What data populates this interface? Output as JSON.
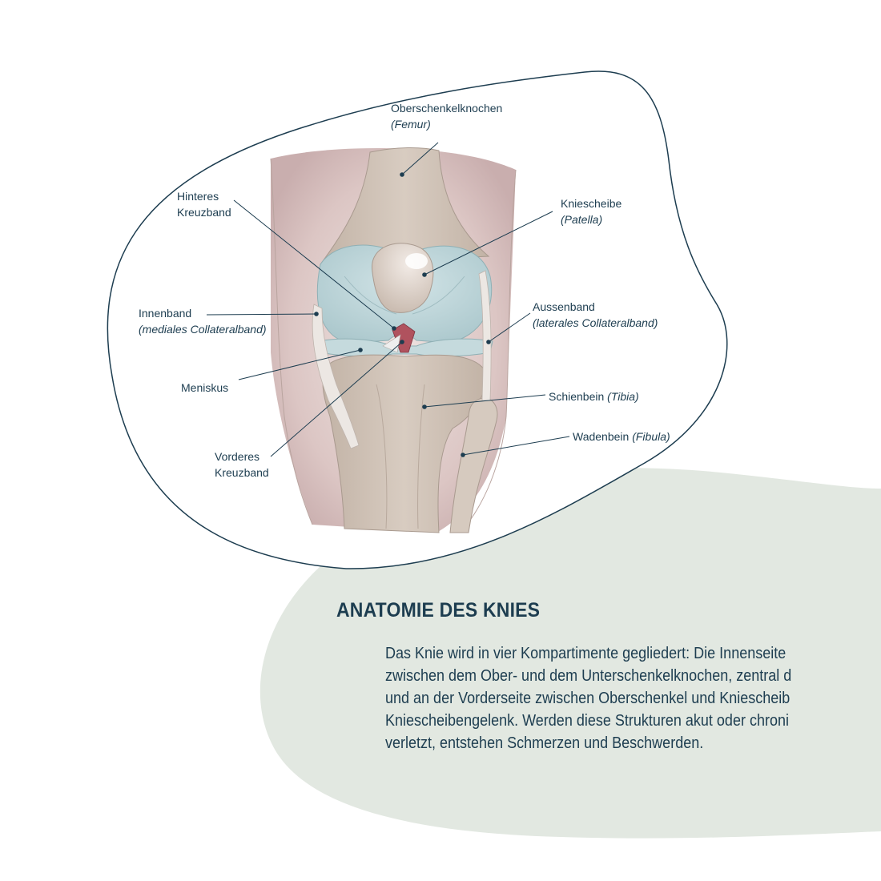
{
  "colors": {
    "ink": "#1d3d50",
    "blob_fill": "#e2e8e1",
    "bone": "#cfc1b4",
    "cartilage": "#bcd6da",
    "patella": "#dcd0c6",
    "ligament": "#e8e3df",
    "cruciate": "#b0525e"
  },
  "labels": {
    "femur": {
      "name": "Oberschenkelknochen",
      "latin": "(Femur)"
    },
    "pcl": {
      "line1": "Hinteres",
      "line2": "Kreuzband"
    },
    "patella": {
      "name": "Kniescheibe",
      "latin": "(Patella)"
    },
    "mcl": {
      "name": "Innenband",
      "latin": "(mediales Collateralband)"
    },
    "lcl": {
      "name": "Aussenband",
      "latin": "(laterales Collateralband)"
    },
    "meniscus": {
      "name": "Meniskus"
    },
    "tibia": {
      "name": "Schienbein",
      "latin": "(Tibia)"
    },
    "fibula": {
      "name": "Wadenbein",
      "latin": "(Fibula)"
    },
    "acl": {
      "line1": "Vorderes",
      "line2": "Kreuzband"
    }
  },
  "section": {
    "title": "ANATOMIE DES KNIES",
    "body": [
      "Das Knie wird in vier Kompartimente gegliedert: Die Innenseite",
      "zwischen dem Ober- und dem Unterschenkelknochen, zentral d",
      "und an der Vorderseite zwischen Oberschenkel und Kniescheib",
      "Kniescheibengelenk. Werden diese Strukturen akut oder chroni",
      "verletzt, entstehen Schmerzen und Beschwerden."
    ]
  }
}
